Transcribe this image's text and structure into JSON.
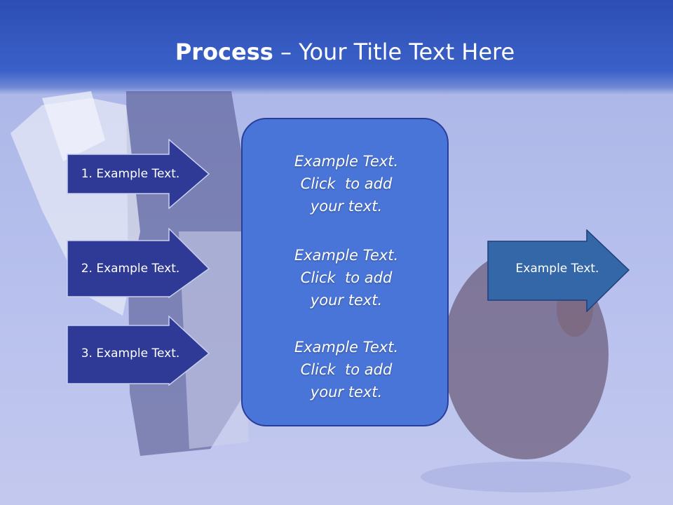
{
  "slide": {
    "title_bold": "Process",
    "title_rest": " – Your Title Text Here"
  },
  "steps": [
    {
      "label": "1. Example Text."
    },
    {
      "label": "2. Example Text."
    },
    {
      "label": "3. Example Text."
    }
  ],
  "center": {
    "blocks": [
      {
        "line1": "Example Text.",
        "line2": "Click  to add",
        "line3": "your text."
      },
      {
        "line1": "Example Text.",
        "line2": "Click  to add",
        "line3": "your text."
      },
      {
        "line1": "Example Text.",
        "line2": "Click  to add",
        "line3": "your text."
      }
    ]
  },
  "output": {
    "label": "Example Text."
  },
  "colors": {
    "header": "#3a61c8",
    "step_arrow_fill": "#2e3a96",
    "center_fill": "#4a75d8",
    "output_arrow_fill": "#3467a8"
  }
}
